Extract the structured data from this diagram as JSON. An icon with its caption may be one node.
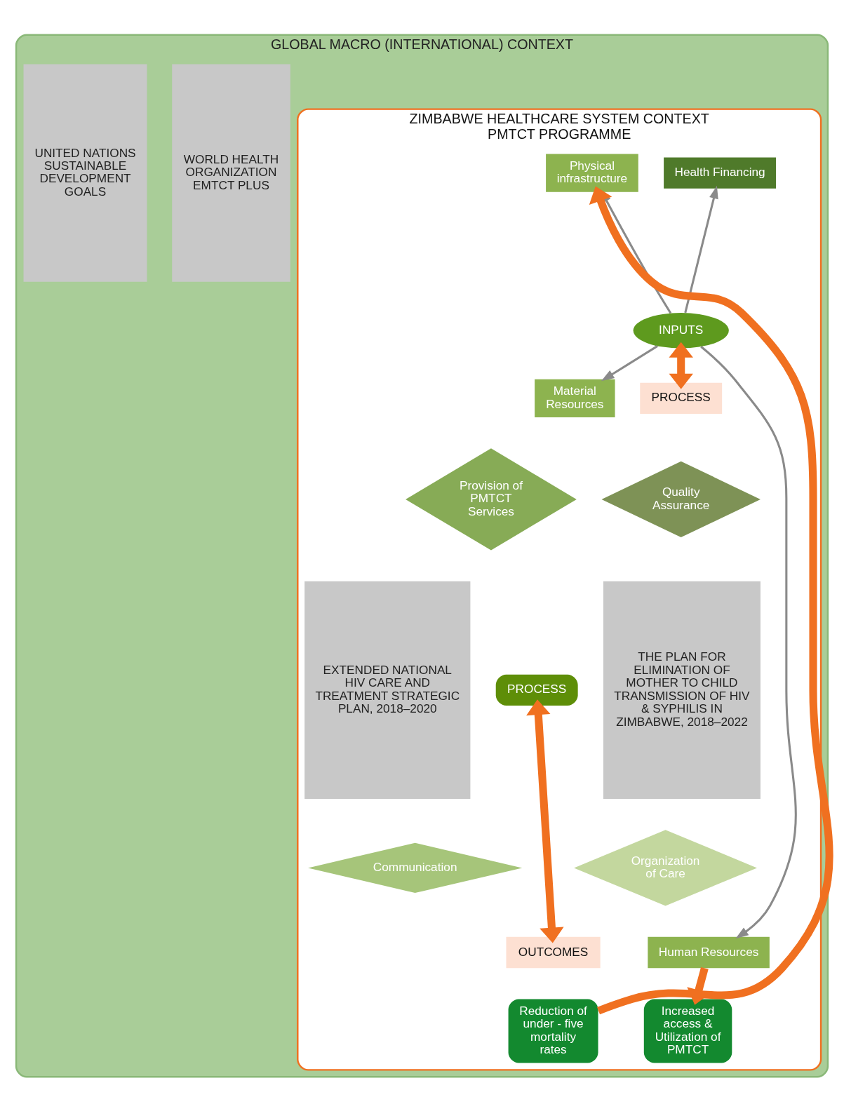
{
  "diagram": {
    "nodes": [
      {
        "text": [
          "GLOBAL MACRO (INTERNATIONAL) CONTEXT"
        ]
      },
      {
        "text": [
          "WORLD HEALTH ORGANIZATION EMTCT PLUS"
        ],
        "in": 0
      },
      {
        "text": [
          "ZIMBABWE HEALTHCARE SYSTEM CONTEXT",
          "PMTCT PROGRAMME"
        ],
        "in": 0
      },
      {
        "text": [
          "UNITED NATIONS SUSTAINABLE DEVELOPMENT GOALS"
        ],
        "in": 0
      },
      {
        "text": [
          "THE PLAN FOR ELIMINATION OF MOTHER TO CHILD TRANSMISSION OF HIV & SYPHILIS IN ZIMBABWE, 2018–2022"
        ],
        "in": 2
      },
      {
        "text": [
          "Health Financing"
        ],
        "in": 2
      },
      {
        "text": [
          "Physical infrastructure"
        ],
        "in": 2
      },
      {
        "text": [
          "INPUTS"
        ],
        "in": 2
      },
      {
        "text": [
          "Human Resources"
        ],
        "in": 2
      },
      {
        "text": [
          "Material Resources"
        ],
        "in": 2
      },
      {
        "text": [
          "PROCESS"
        ],
        "in": 2
      },
      {
        "text": [
          "Quality Assurance"
        ],
        "in": 2
      },
      {
        "text": [
          "Provision of PMTCT Services"
        ],
        "in": 2
      },
      {
        "text": [
          "PROCESS"
        ],
        "in": 2
      },
      {
        "text": [
          "Organization of Care"
        ],
        "in": 2
      },
      {
        "text": [
          "Communication"
        ],
        "in": 2
      },
      {
        "text": [
          "OUTCOMES"
        ],
        "in": 2
      },
      {
        "text": [
          "Increased access & Utilization of PMTCT"
        ],
        "in": 2
      },
      {
        "text": [
          "Reduction of under - five mortality rates"
        ],
        "in": 2
      },
      {
        "text": [
          "EXTENDED NATIONAL HIV CARE AND TREATMENT STRATEGIC PLAN, 2018–2020"
        ],
        "in": 2
      }
    ],
    "edges": [
      {
        "from": 7,
        "to": 5,
        "arrow": "to"
      },
      {
        "from": 7,
        "to": 6,
        "arrow": "to"
      },
      {
        "from": 7,
        "to": 8,
        "arrow": "to"
      },
      {
        "from": 7,
        "to": 9,
        "arrow": "to"
      },
      {
        "from": 7,
        "to": 10,
        "arrow": "both",
        "style": "thick",
        "color": "#f07020"
      },
      {
        "from": 13,
        "to": 16,
        "arrow": "both",
        "style": "thick",
        "color": "#f07020"
      },
      {
        "from": 8,
        "to": 17,
        "arrow": "to",
        "style": "thick",
        "color": "#f07020"
      },
      {
        "from": 18,
        "to": 6,
        "arrow": "to",
        "style": "thick",
        "color": "#f07020"
      }
    ]
  }
}
